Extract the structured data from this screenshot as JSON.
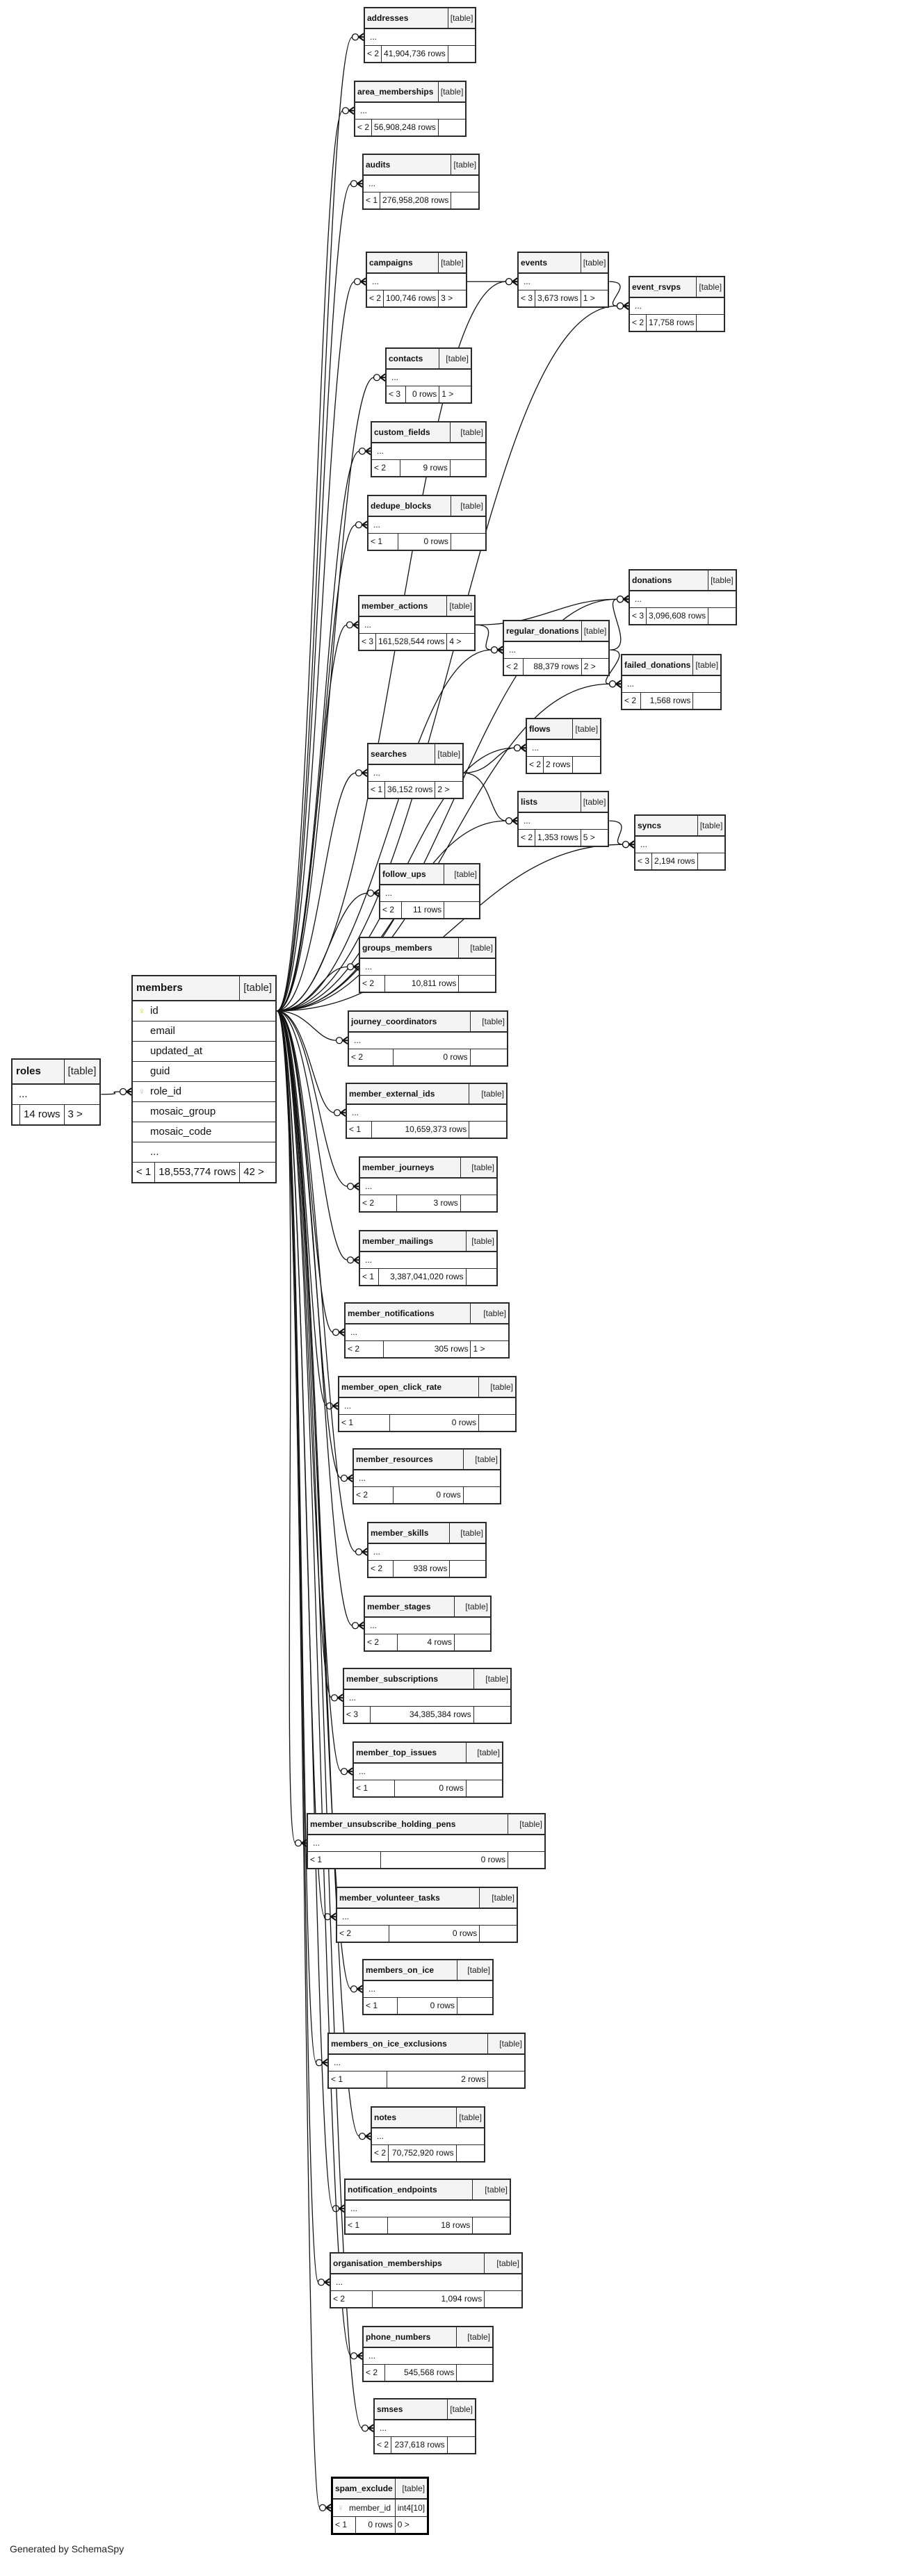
{
  "tables": [
    {
      "name": "addresses",
      "type_label": "[table]",
      "columns": [
        {
          "name": "..."
        }
      ],
      "parents": "< 2",
      "rows": "41,904,736 rows",
      "children": ""
    },
    {
      "name": "area_memberships",
      "type_label": "[table]",
      "columns": [
        {
          "name": "..."
        }
      ],
      "parents": "< 2",
      "rows": "56,908,248 rows",
      "children": ""
    },
    {
      "name": "audits",
      "type_label": "[table]",
      "columns": [
        {
          "name": "..."
        }
      ],
      "parents": "< 1",
      "rows": "276,958,208 rows",
      "children": ""
    },
    {
      "name": "campaigns",
      "type_label": "[table]",
      "columns": [
        {
          "name": "..."
        }
      ],
      "parents": "< 2",
      "rows": "100,746 rows",
      "children": "3 >"
    },
    {
      "name": "events",
      "type_label": "[table]",
      "columns": [
        {
          "name": "..."
        }
      ],
      "parents": "< 3",
      "rows": "3,673 rows",
      "children": "1 >"
    },
    {
      "name": "event_rsvps",
      "type_label": "[table]",
      "columns": [
        {
          "name": "..."
        }
      ],
      "parents": "< 2",
      "rows": "17,758 rows",
      "children": ""
    },
    {
      "name": "contacts",
      "type_label": "[table]",
      "columns": [
        {
          "name": "..."
        }
      ],
      "parents": "< 3",
      "rows": "0 rows",
      "children": "1 >"
    },
    {
      "name": "custom_fields",
      "type_label": "[table]",
      "columns": [
        {
          "name": "..."
        }
      ],
      "parents": "< 2",
      "rows": "9 rows",
      "children": ""
    },
    {
      "name": "dedupe_blocks",
      "type_label": "[table]",
      "columns": [
        {
          "name": "..."
        }
      ],
      "parents": "< 1",
      "rows": "0 rows",
      "children": ""
    },
    {
      "name": "donations",
      "type_label": "[table]",
      "columns": [
        {
          "name": "..."
        }
      ],
      "parents": "< 3",
      "rows": "3,096,608 rows",
      "children": ""
    },
    {
      "name": "member_actions",
      "type_label": "[table]",
      "columns": [
        {
          "name": "..."
        }
      ],
      "parents": "< 3",
      "rows": "161,528,544 rows",
      "children": "4 >"
    },
    {
      "name": "regular_donations",
      "type_label": "[table]",
      "columns": [
        {
          "name": "..."
        }
      ],
      "parents": "< 2",
      "rows": "88,379 rows",
      "children": "2 >"
    },
    {
      "name": "failed_donations",
      "type_label": "[table]",
      "columns": [
        {
          "name": "..."
        }
      ],
      "parents": "< 2",
      "rows": "1,568 rows",
      "children": ""
    },
    {
      "name": "flows",
      "type_label": "[table]",
      "columns": [
        {
          "name": "..."
        }
      ],
      "parents": "< 2",
      "rows": "2 rows",
      "children": ""
    },
    {
      "name": "searches",
      "type_label": "[table]",
      "columns": [
        {
          "name": "..."
        }
      ],
      "parents": "< 1",
      "rows": "36,152 rows",
      "children": "2 >"
    },
    {
      "name": "lists",
      "type_label": "[table]",
      "columns": [
        {
          "name": "..."
        }
      ],
      "parents": "< 2",
      "rows": "1,353 rows",
      "children": "5 >"
    },
    {
      "name": "syncs",
      "type_label": "[table]",
      "columns": [
        {
          "name": "..."
        }
      ],
      "parents": "< 3",
      "rows": "2,194 rows",
      "children": ""
    },
    {
      "name": "follow_ups",
      "type_label": "[table]",
      "columns": [
        {
          "name": "..."
        }
      ],
      "parents": "< 2",
      "rows": "11 rows",
      "children": ""
    },
    {
      "name": "groups_members",
      "type_label": "[table]",
      "columns": [
        {
          "name": "..."
        }
      ],
      "parents": "< 2",
      "rows": "10,811 rows",
      "children": ""
    },
    {
      "name": "journey_coordinators",
      "type_label": "[table]",
      "columns": [
        {
          "name": "..."
        }
      ],
      "parents": "< 2",
      "rows": "0 rows",
      "children": ""
    },
    {
      "name": "member_external_ids",
      "type_label": "[table]",
      "columns": [
        {
          "name": "..."
        }
      ],
      "parents": "< 1",
      "rows": "10,659,373 rows",
      "children": ""
    },
    {
      "name": "member_journeys",
      "type_label": "[table]",
      "columns": [
        {
          "name": "..."
        }
      ],
      "parents": "< 2",
      "rows": "3 rows",
      "children": ""
    },
    {
      "name": "member_mailings",
      "type_label": "[table]",
      "columns": [
        {
          "name": "..."
        }
      ],
      "parents": "< 1",
      "rows": "3,387,041,020 rows",
      "children": ""
    },
    {
      "name": "member_notifications",
      "type_label": "[table]",
      "columns": [
        {
          "name": "..."
        }
      ],
      "parents": "< 2",
      "rows": "305 rows",
      "children": "1 >"
    },
    {
      "name": "member_open_click_rate",
      "type_label": "[table]",
      "columns": [
        {
          "name": "..."
        }
      ],
      "parents": "< 1",
      "rows": "0 rows",
      "children": ""
    },
    {
      "name": "member_resources",
      "type_label": "[table]",
      "columns": [
        {
          "name": "..."
        }
      ],
      "parents": "< 2",
      "rows": "0 rows",
      "children": ""
    },
    {
      "name": "member_skills",
      "type_label": "[table]",
      "columns": [
        {
          "name": "..."
        }
      ],
      "parents": "< 2",
      "rows": "938 rows",
      "children": ""
    },
    {
      "name": "member_stages",
      "type_label": "[table]",
      "columns": [
        {
          "name": "..."
        }
      ],
      "parents": "< 2",
      "rows": "4 rows",
      "children": ""
    },
    {
      "name": "member_subscriptions",
      "type_label": "[table]",
      "columns": [
        {
          "name": "..."
        }
      ],
      "parents": "< 3",
      "rows": "34,385,384 rows",
      "children": ""
    },
    {
      "name": "member_top_issues",
      "type_label": "[table]",
      "columns": [
        {
          "name": "..."
        }
      ],
      "parents": "< 1",
      "rows": "0 rows",
      "children": ""
    },
    {
      "name": "member_unsubscribe_holding_pens",
      "type_label": "[table]",
      "columns": [
        {
          "name": "..."
        }
      ],
      "parents": "< 1",
      "rows": "0 rows",
      "children": ""
    },
    {
      "name": "member_volunteer_tasks",
      "type_label": "[table]",
      "columns": [
        {
          "name": "..."
        }
      ],
      "parents": "< 2",
      "rows": "0 rows",
      "children": ""
    },
    {
      "name": "members_on_ice",
      "type_label": "[table]",
      "columns": [
        {
          "name": "..."
        }
      ],
      "parents": "< 1",
      "rows": "0 rows",
      "children": ""
    },
    {
      "name": "members_on_ice_exclusions",
      "type_label": "[table]",
      "columns": [
        {
          "name": "..."
        }
      ],
      "parents": "< 1",
      "rows": "2 rows",
      "children": ""
    },
    {
      "name": "notes",
      "type_label": "[table]",
      "columns": [
        {
          "name": "..."
        }
      ],
      "parents": "< 2",
      "rows": "70,752,920 rows",
      "children": ""
    },
    {
      "name": "notification_endpoints",
      "type_label": "[table]",
      "columns": [
        {
          "name": "..."
        }
      ],
      "parents": "< 1",
      "rows": "18 rows",
      "children": ""
    },
    {
      "name": "organisation_memberships",
      "type_label": "[table]",
      "columns": [
        {
          "name": "..."
        }
      ],
      "parents": "< 2",
      "rows": "1,094 rows",
      "children": ""
    },
    {
      "name": "phone_numbers",
      "type_label": "[table]",
      "columns": [
        {
          "name": "..."
        }
      ],
      "parents": "< 2",
      "rows": "545,568 rows",
      "children": ""
    },
    {
      "name": "smses",
      "type_label": "[table]",
      "columns": [
        {
          "name": "..."
        }
      ],
      "parents": "< 2",
      "rows": "237,618 rows",
      "children": ""
    },
    {
      "name": "spam_exclude",
      "type_label": "[table]",
      "columns": [
        {
          "name": "member_id",
          "key": "fk",
          "type": "int4[10]"
        }
      ],
      "parents": "< 1",
      "rows": "0 rows",
      "children": "0 >"
    },
    {
      "name": "roles",
      "type_label": "[table]",
      "columns": [
        {
          "name": "..."
        }
      ],
      "parents": "",
      "rows": "14 rows",
      "children": "3 >"
    },
    {
      "name": "members",
      "type_label": "[table]",
      "columns": [
        {
          "name": "id",
          "key": "pk"
        },
        {
          "name": "email"
        },
        {
          "name": "updated_at"
        },
        {
          "name": "guid"
        },
        {
          "name": "role_id",
          "key": "fk"
        },
        {
          "name": "mosaic_group"
        },
        {
          "name": "mosaic_code"
        },
        {
          "name": "..."
        }
      ],
      "parents": "< 1",
      "rows": "18,553,774 rows",
      "children": "42 >"
    }
  ],
  "relationships": [
    {
      "from": "roles",
      "to": "members"
    },
    {
      "from": "members",
      "to": "addresses"
    },
    {
      "from": "members",
      "to": "area_memberships"
    },
    {
      "from": "members",
      "to": "audits"
    },
    {
      "from": "members",
      "to": "campaigns"
    },
    {
      "from": "members",
      "to": "events"
    },
    {
      "from": "campaigns",
      "to": "events"
    },
    {
      "from": "events",
      "to": "event_rsvps"
    },
    {
      "from": "members",
      "to": "event_rsvps"
    },
    {
      "from": "members",
      "to": "contacts"
    },
    {
      "from": "members",
      "to": "custom_fields"
    },
    {
      "from": "members",
      "to": "dedupe_blocks"
    },
    {
      "from": "members",
      "to": "donations"
    },
    {
      "from": "members",
      "to": "member_actions"
    },
    {
      "from": "member_actions",
      "to": "donations"
    },
    {
      "from": "member_actions",
      "to": "regular_donations"
    },
    {
      "from": "members",
      "to": "regular_donations"
    },
    {
      "from": "regular_donations",
      "to": "donations"
    },
    {
      "from": "regular_donations",
      "to": "failed_donations"
    },
    {
      "from": "members",
      "to": "failed_donations"
    },
    {
      "from": "members",
      "to": "flows"
    },
    {
      "from": "members",
      "to": "searches"
    },
    {
      "from": "searches",
      "to": "flows"
    },
    {
      "from": "searches",
      "to": "lists"
    },
    {
      "from": "members",
      "to": "lists"
    },
    {
      "from": "lists",
      "to": "syncs"
    },
    {
      "from": "members",
      "to": "syncs"
    },
    {
      "from": "members",
      "to": "follow_ups"
    },
    {
      "from": "members",
      "to": "groups_members"
    },
    {
      "from": "members",
      "to": "journey_coordinators"
    },
    {
      "from": "members",
      "to": "member_external_ids"
    },
    {
      "from": "members",
      "to": "member_journeys"
    },
    {
      "from": "members",
      "to": "member_mailings"
    },
    {
      "from": "members",
      "to": "member_notifications"
    },
    {
      "from": "members",
      "to": "member_open_click_rate"
    },
    {
      "from": "members",
      "to": "member_resources"
    },
    {
      "from": "members",
      "to": "member_skills"
    },
    {
      "from": "members",
      "to": "member_stages"
    },
    {
      "from": "members",
      "to": "member_subscriptions"
    },
    {
      "from": "members",
      "to": "member_top_issues"
    },
    {
      "from": "members",
      "to": "member_unsubscribe_holding_pens"
    },
    {
      "from": "members",
      "to": "member_volunteer_tasks"
    },
    {
      "from": "members",
      "to": "members_on_ice"
    },
    {
      "from": "members",
      "to": "members_on_ice_exclusions"
    },
    {
      "from": "members",
      "to": "notes"
    },
    {
      "from": "members",
      "to": "notification_endpoints"
    },
    {
      "from": "members",
      "to": "organisation_memberships"
    },
    {
      "from": "members",
      "to": "phone_numbers"
    },
    {
      "from": "members",
      "to": "smses"
    },
    {
      "from": "members",
      "to": "spam_exclude"
    }
  ],
  "footer": "Generated by SchemaSpy"
}
